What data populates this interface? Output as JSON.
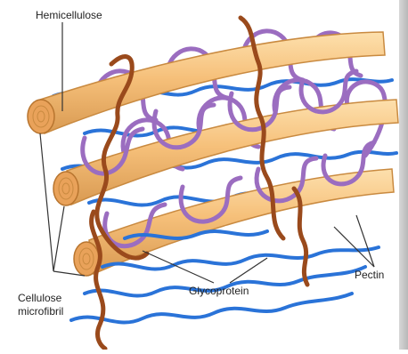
{
  "labels": {
    "hemicellulose": "Hemicellulose",
    "cellulose_line1": "Cellulose",
    "cellulose_line2": "microfibril",
    "glycoprotein": "Glycoprotein",
    "pectin": "Pectin"
  },
  "colors": {
    "cellulose_fill": "#f6c07a",
    "cellulose_edge": "#c98a40",
    "cellulose_end": "#e9a25a",
    "hemicellulose": "#9b6dc0",
    "pectin": "#2a73d8",
    "glycoprotein": "#9a4a1c",
    "leader_line": "#333333"
  }
}
